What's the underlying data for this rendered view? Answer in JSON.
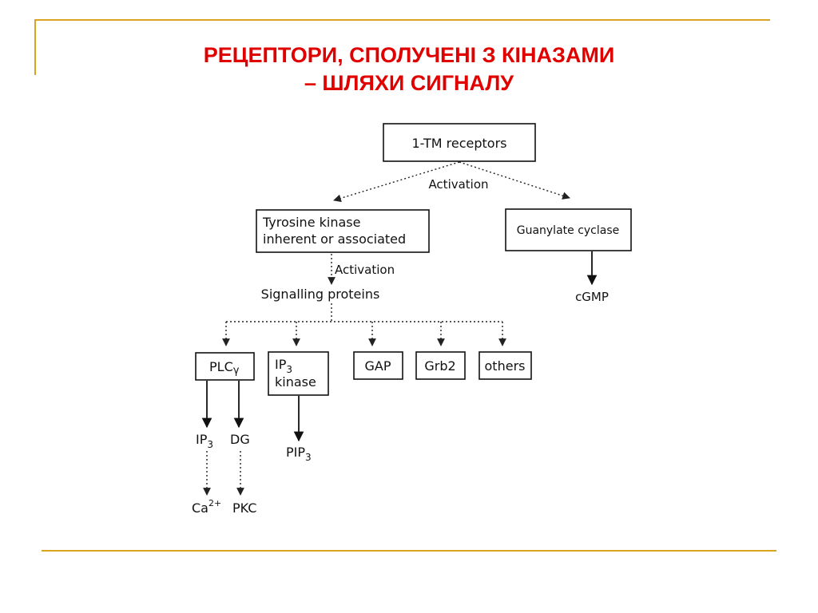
{
  "slide": {
    "title_line1": "РЕЦЕПТОРИ, СПОЛУЧЕНІ З КІНАЗАМИ",
    "title_line2": "– ШЛЯХИ СИГНАЛУ",
    "colors": {
      "title": "#E00000",
      "frame": "#D9A520",
      "diagram": "#111111"
    }
  },
  "diagram": {
    "receptor": "1-TM receptors",
    "activation_1": "Activation",
    "tyrosine_line1": "Tyrosine kinase",
    "tyrosine_line2": "inherent or associated",
    "guanylate": "Guanylate cyclase",
    "cgmp": "cGMP",
    "activation_2": "Activation",
    "signalling": "Signalling proteins",
    "plc": "PLC",
    "plc_sub": "γ",
    "ip3kinase_line1": "IP",
    "ip3kinase_sub": "3",
    "ip3kinase_line2": "kinase",
    "gap": "GAP",
    "grb2": "Grb2",
    "others": "others",
    "ip3": "IP",
    "ip3_sub": "3",
    "dg": "DG",
    "pip3": "PIP",
    "pip3_sub": "3",
    "ca": "Ca",
    "ca_sup": "2+",
    "pkc": "PKC"
  }
}
